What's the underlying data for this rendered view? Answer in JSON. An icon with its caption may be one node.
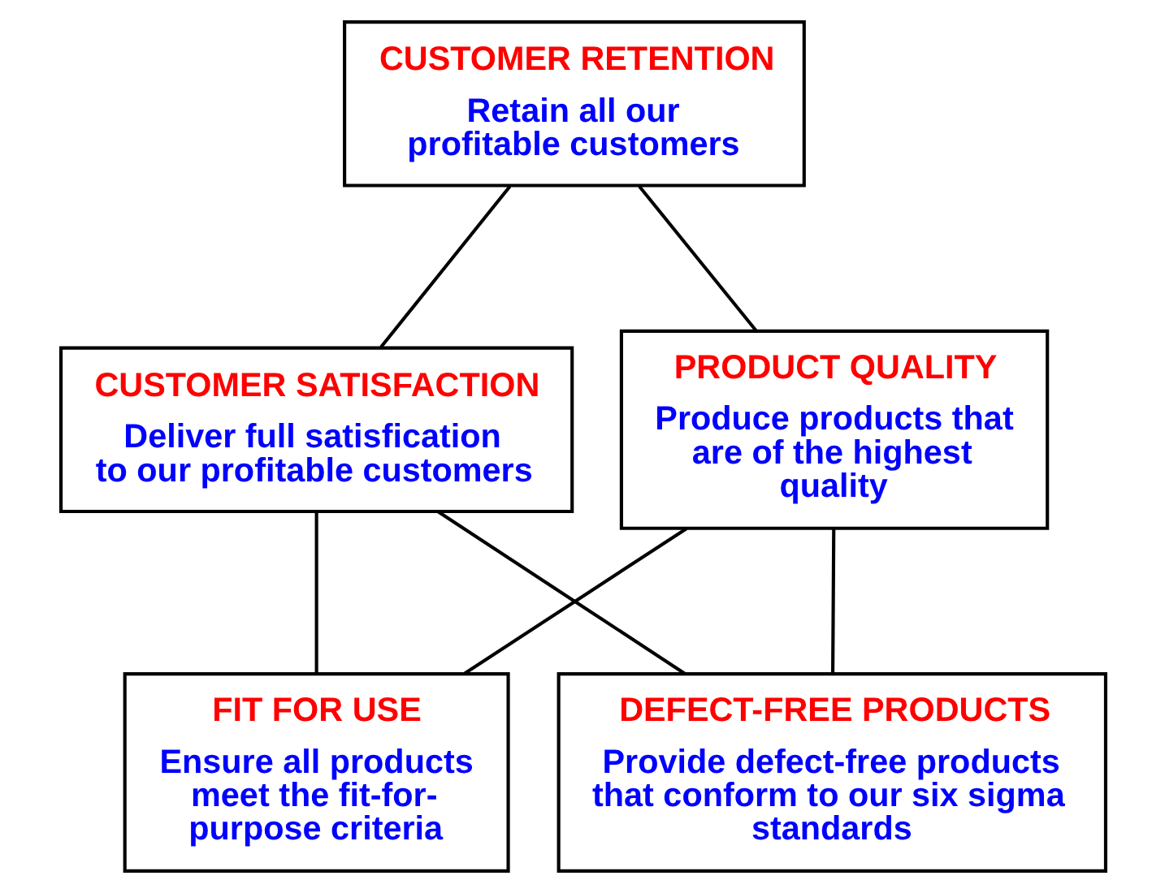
{
  "diagram": {
    "nodes": [
      {
        "text": [
          "CUSTOMER RETENTION",
          "Retain all our profitable customers"
        ]
      },
      {
        "text": [
          "CUSTOMER SATISFACTION",
          "Deliver full satisfication to our profitable customers"
        ]
      },
      {
        "text": [
          "PRODUCT QUALITY",
          "Produce products that are of the highest quality"
        ]
      },
      {
        "text": [
          "FIT FOR USE",
          "Ensure all products meet the fit-for-purpose criteria"
        ]
      },
      {
        "text": [
          "DEFECT-FREE PRODUCTS",
          "Provide defect-free products that conform to our six sigma standards"
        ]
      }
    ],
    "edges": [
      {
        "from": 0,
        "to": 1,
        "arrow": "none"
      },
      {
        "from": 0,
        "to": 2,
        "arrow": "none"
      },
      {
        "from": 1,
        "to": 3,
        "arrow": "none"
      },
      {
        "from": 1,
        "to": 4,
        "arrow": "none"
      },
      {
        "from": 2,
        "to": 3,
        "arrow": "none"
      },
      {
        "from": 2,
        "to": 4,
        "arrow": "none"
      }
    ]
  }
}
